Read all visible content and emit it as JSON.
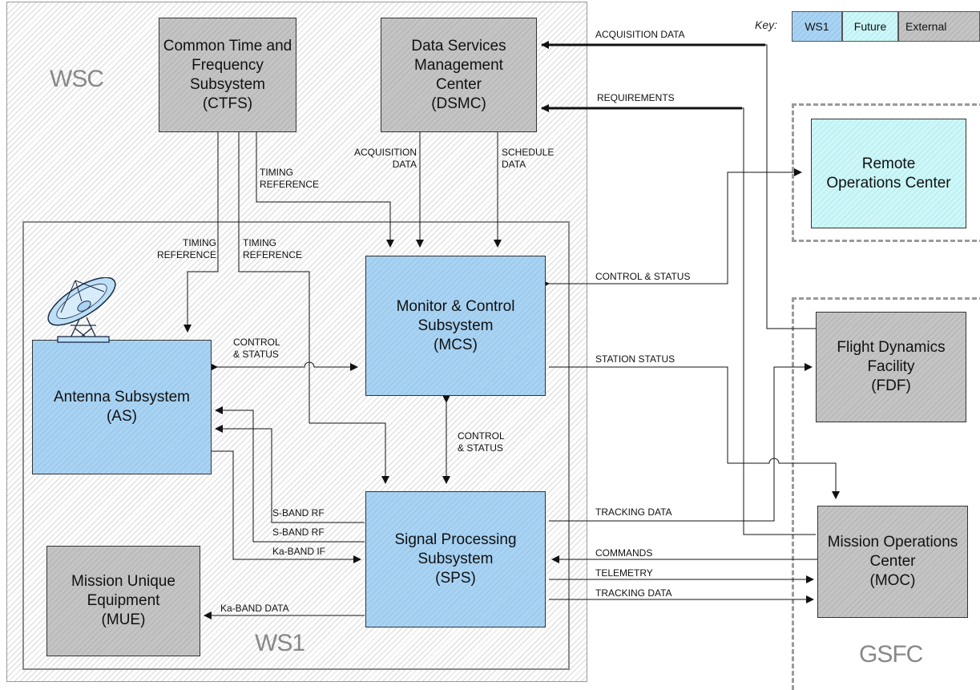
{
  "regions": {
    "wsc": "WSC",
    "ws1": "WS1",
    "gsfc": "GSFC"
  },
  "key": {
    "label": "Key:",
    "ws1": "WS1",
    "future": "Future",
    "external": "External",
    "colors": {
      "ws1": "#a9d3f3",
      "future": "#cdf7f9",
      "external": "#c4c4c4"
    }
  },
  "boxes": {
    "ctfs": "Common Time and\nFrequency\nSubsystem\n(CTFS)",
    "dsmc": "Data Services\nManagement\nCenter\n(DSMC)",
    "roc": "Remote\nOperations Center",
    "mcs": "Monitor & Control\nSubsystem\n(MCS)",
    "as": "Antenna Subsystem\n(AS)",
    "fdf": "Flight Dynamics\nFacility\n(FDF)",
    "sps": "Signal Processing\nSubsystem\n(SPS)",
    "mue": "Mission Unique\nEquipment\n(MUE)",
    "moc": "Mission Operations\nCenter\n(MOC)"
  },
  "links": {
    "acquisition_data_top": "ACQUISITION DATA",
    "requirements": "REQUIREMENTS",
    "acquisition_data_mcs": "ACQUISITION\nDATA",
    "schedule_data": "SCHEDULE\nDATA",
    "timing_ref_mcs": "TIMING\nREFERENCE",
    "timing_ref_as": "TIMING\nREFERENCE",
    "timing_ref_sps": "TIMING\nREFERENCE",
    "control_status_roc": "CONTROL & STATUS",
    "control_status_as": "CONTROL\n& STATUS",
    "control_status_sps": "CONTROL\n& STATUS",
    "station_status": "STATION STATUS",
    "tracking_data_fdf": "TRACKING DATA",
    "s_band_rf_1": "S-BAND RF",
    "s_band_rf_2": "S-BAND RF",
    "ka_band_if": "Ka-BAND IF",
    "commands": "COMMANDS",
    "telemetry": "TELEMETRY",
    "tracking_data_moc": "TRACKING DATA",
    "ka_band_data": "Ka-BAND DATA"
  }
}
